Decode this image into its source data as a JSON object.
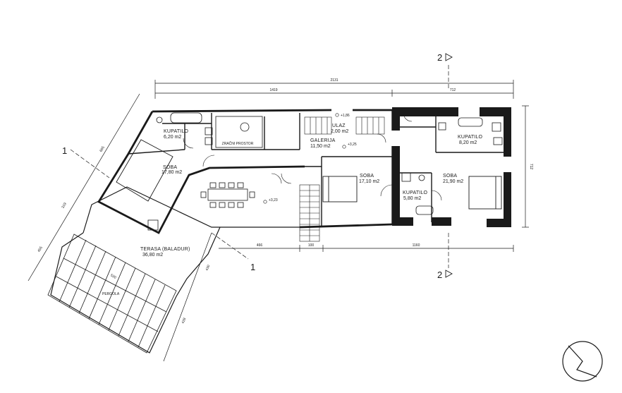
{
  "rooms": [
    {
      "name": "KUPATILO",
      "area": "6,20 m2"
    },
    {
      "name": "SOBA",
      "area": "17,80 m2"
    },
    {
      "name": "ZRAČNI PROSTOR",
      "area": ""
    },
    {
      "name": "ULAZ",
      "area": "2,00 m2"
    },
    {
      "name": "GALERIJA",
      "area": "11,50 m2"
    },
    {
      "name": "KUPATILO",
      "area": "8,20 m2"
    },
    {
      "name": "SOBA",
      "area": "17,10 m2"
    },
    {
      "name": "KUPATILO",
      "area": "5,80 m2"
    },
    {
      "name": "SOBA",
      "area": "21,90 m2"
    },
    {
      "name": "TERASA (BALADUR)",
      "area": "36,80 m2"
    },
    {
      "name": "PERGOLA",
      "area": ""
    }
  ],
  "dimensions": {
    "top_total": "2131",
    "top_left": "1419",
    "top_right": "712",
    "right_side": "712",
    "bottom_a": "466",
    "bottom_b": "100",
    "bottom_c": "1160",
    "left_a": "665",
    "left_b": "319",
    "left_c": "455",
    "diag_a": "430",
    "diag_b": "428",
    "pergola": "530"
  },
  "elevations": [
    "+1,86",
    "+3,25",
    "+3,23"
  ],
  "section_marks": {
    "section_2_top": "2",
    "section_2_bottom": "2",
    "section_1_left": "1",
    "section_1_bottom": "1"
  },
  "colors": {
    "line": "#1a1a1a",
    "solid_wall": "#1a1a1a",
    "paper": "#ffffff"
  }
}
